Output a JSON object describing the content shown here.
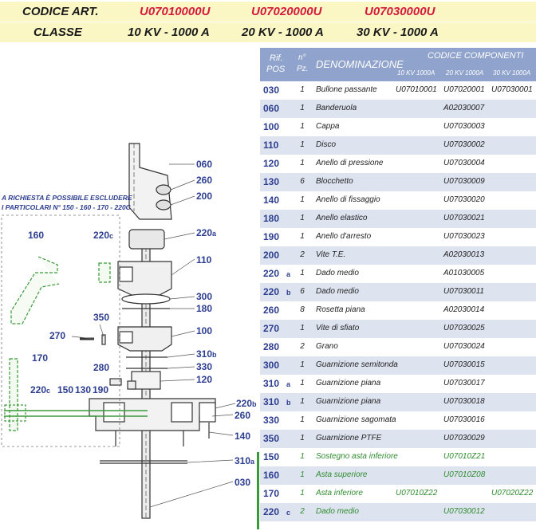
{
  "header": {
    "codice_label": "CODICE ART.",
    "classe_label": "CLASSE",
    "codes": [
      "U07010000U",
      "U07020000U",
      "U07030000U"
    ],
    "classes": [
      "10 KV - 1000 A",
      "20 KV - 1000 A",
      "30 KV - 1000 A"
    ]
  },
  "table": {
    "col_rif": "Rif.",
    "col_pos": "POS",
    "col_n": "n°",
    "col_pz": "Pz.",
    "col_den": "DENOMINAZIONE",
    "col_codici": "CODICE COMPONENTI",
    "sub_cols": [
      "10 KV 1000A",
      "20 KV 1000A",
      "30 KV 1000A"
    ],
    "rows": [
      {
        "pos": "030",
        "suf": "",
        "qty": "1",
        "den": "Bullone passante",
        "c1": "U07010001",
        "c2": "U07020001",
        "c3": "U07030001",
        "green": false
      },
      {
        "pos": "060",
        "suf": "",
        "qty": "1",
        "den": "Banderuola",
        "c1": "",
        "c2": "A02030007",
        "c3": "",
        "green": false
      },
      {
        "pos": "100",
        "suf": "",
        "qty": "1",
        "den": "Cappa",
        "c1": "",
        "c2": "U07030003",
        "c3": "",
        "green": false
      },
      {
        "pos": "110",
        "suf": "",
        "qty": "1",
        "den": "Disco",
        "c1": "",
        "c2": "U07030002",
        "c3": "",
        "green": false
      },
      {
        "pos": "120",
        "suf": "",
        "qty": "1",
        "den": "Anello di pressione",
        "c1": "",
        "c2": "U07030004",
        "c3": "",
        "green": false
      },
      {
        "pos": "130",
        "suf": "",
        "qty": "6",
        "den": "Blocchetto",
        "c1": "",
        "c2": "U07030009",
        "c3": "",
        "green": false
      },
      {
        "pos": "140",
        "suf": "",
        "qty": "1",
        "den": "Anello di fissaggio",
        "c1": "",
        "c2": "U07030020",
        "c3": "",
        "green": false
      },
      {
        "pos": "180",
        "suf": "",
        "qty": "1",
        "den": "Anello elastico",
        "c1": "",
        "c2": "U07030021",
        "c3": "",
        "green": false
      },
      {
        "pos": "190",
        "suf": "",
        "qty": "1",
        "den": "Anello d'arresto",
        "c1": "",
        "c2": "U07030023",
        "c3": "",
        "green": false
      },
      {
        "pos": "200",
        "suf": "",
        "qty": "2",
        "den": "Vite T.E.",
        "c1": "",
        "c2": "A02030013",
        "c3": "",
        "green": false
      },
      {
        "pos": "220",
        "suf": "a",
        "qty": "1",
        "den": "Dado medio",
        "c1": "",
        "c2": "A01030005",
        "c3": "",
        "green": false
      },
      {
        "pos": "220",
        "suf": "b",
        "qty": "6",
        "den": "Dado medio",
        "c1": "",
        "c2": "U07030011",
        "c3": "",
        "green": false
      },
      {
        "pos": "260",
        "suf": "",
        "qty": "8",
        "den": "Rosetta piana",
        "c1": "",
        "c2": "A02030014",
        "c3": "",
        "green": false
      },
      {
        "pos": "270",
        "suf": "",
        "qty": "1",
        "den": "Vite di sfiato",
        "c1": "",
        "c2": "U07030025",
        "c3": "",
        "green": false
      },
      {
        "pos": "280",
        "suf": "",
        "qty": "2",
        "den": "Grano",
        "c1": "",
        "c2": "U07030024",
        "c3": "",
        "green": false
      },
      {
        "pos": "300",
        "suf": "",
        "qty": "1",
        "den": "Guarnizione semitonda",
        "c1": "",
        "c2": "U07030015",
        "c3": "",
        "green": false
      },
      {
        "pos": "310",
        "suf": "a",
        "qty": "1",
        "den": "Guarnizione  piana",
        "c1": "",
        "c2": "U07030017",
        "c3": "",
        "green": false
      },
      {
        "pos": "310",
        "suf": "b",
        "qty": "1",
        "den": "Guarnizione piana",
        "c1": "",
        "c2": "U07030018",
        "c3": "",
        "green": false
      },
      {
        "pos": "330",
        "suf": "",
        "qty": "1",
        "den": "Guarnizione sagomata",
        "c1": "",
        "c2": "U07030016",
        "c3": "",
        "green": false
      },
      {
        "pos": "350",
        "suf": "",
        "qty": "1",
        "den": "Guarnizione PTFE",
        "c1": "",
        "c2": "U07030029",
        "c3": "",
        "green": false
      },
      {
        "pos": "150",
        "suf": "",
        "qty": "1",
        "den": "Sostegno asta inferiore",
        "c1": "",
        "c2": "U07010Z21",
        "c3": "",
        "green": true
      },
      {
        "pos": "160",
        "suf": "",
        "qty": "1",
        "den": "Asta superiore",
        "c1": "",
        "c2": "U07010Z08",
        "c3": "",
        "green": true
      },
      {
        "pos": "170",
        "suf": "",
        "qty": "1",
        "den": "Asta inferiore",
        "c1": "U07010Z22",
        "c2": "",
        "c3": "U07020Z22",
        "green": true
      },
      {
        "pos": "220",
        "suf": "c",
        "qty": "2",
        "den": "Dado medio",
        "c1": "",
        "c2": "U07030012",
        "c3": "",
        "green": true
      }
    ]
  },
  "drawing": {
    "note_line1": "A RICHIESTA È POSSIBILE ESCLUDERE",
    "note_line2": "I PARTICOLARI N° 150 - 160 - 170 - 220C",
    "labels": {
      "l060": "060",
      "l260a": "260",
      "l200": "200",
      "l220a": "220",
      "l220a_s": "a",
      "l160": "160",
      "l220c_top": "220",
      "l220c_top_s": "c",
      "l110": "110",
      "l300": "300",
      "l180": "180",
      "l350": "350",
      "l270": "270",
      "l100": "100",
      "l310b": "310",
      "l310b_s": "b",
      "l280": "280",
      "l330": "330",
      "l120": "120",
      "l170": "170",
      "l220c_bot": "220",
      "l220c_bot_s": "c",
      "l150": "150",
      "l130": "130",
      "l190": "190",
      "l220b": "220",
      "l220b_s": "b",
      "l260b": "260",
      "l140": "140",
      "l310a": "310",
      "l310a_s": "a",
      "l030": "030"
    }
  }
}
